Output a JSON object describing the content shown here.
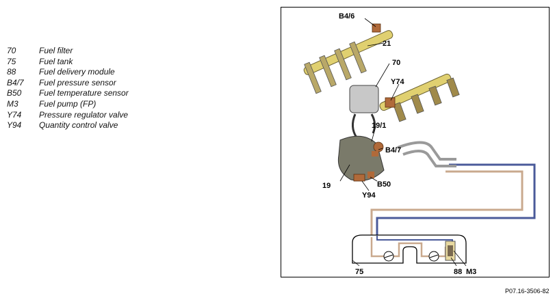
{
  "legend": [
    {
      "code": "70",
      "text": "Fuel filter"
    },
    {
      "code": "75",
      "text": "Fuel tank"
    },
    {
      "code": "88",
      "text": "Fuel delivery module"
    },
    {
      "code": "B4/7",
      "text": "Fuel pressure sensor"
    },
    {
      "code": "B50",
      "text": "Fuel temperature sensor"
    },
    {
      "code": "M3",
      "text": "Fuel pump (FP)"
    },
    {
      "code": "Y74",
      "text": "Pressure regulator valve"
    },
    {
      "code": "Y94",
      "text": "Quantity control valve"
    }
  ],
  "callouts": {
    "b46": "B4/6",
    "c21": "21",
    "c70": "70",
    "y74": "Y74",
    "c191": "19/1",
    "b47": "B4/7",
    "c19": "19",
    "b50": "B50",
    "y94": "Y94",
    "c75": "75",
    "c88": "88",
    "m3": "M3"
  },
  "figure_ref": "P07.16-3506-82",
  "colors": {
    "supply_line": "#c9a98e",
    "return_line": "#4a5a9a",
    "rail": "#e0d070",
    "injector": "#a08a4a",
    "pump_body": "#7a7a6a",
    "copper": "#b06a3a"
  }
}
